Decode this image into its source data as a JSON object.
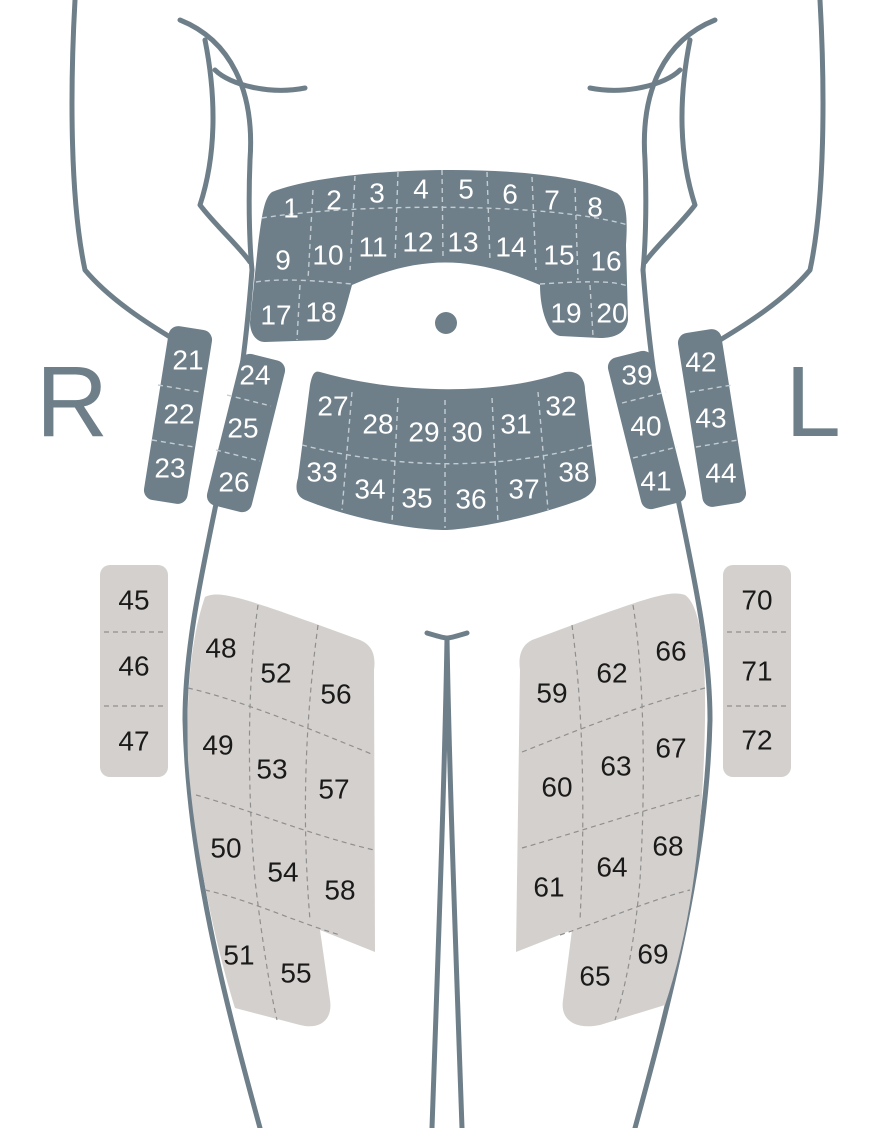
{
  "side_labels": {
    "right": "R",
    "left": "L"
  },
  "colors": {
    "outline": "#6e7f8a",
    "dark_zone": "#6e7f8a",
    "light_zone": "#d4d0cd",
    "dark_text": "#ffffff",
    "light_text": "#1a1a1a"
  },
  "zones": {
    "upper_abdomen": [
      "1",
      "2",
      "3",
      "4",
      "5",
      "6",
      "7",
      "8",
      "9",
      "10",
      "11",
      "12",
      "13",
      "14",
      "15",
      "16",
      "17",
      "18",
      "19",
      "20"
    ],
    "right_flank_outer": [
      "21",
      "22",
      "23"
    ],
    "right_flank_inner": [
      "24",
      "25",
      "26"
    ],
    "lower_abdomen": [
      "27",
      "28",
      "29",
      "30",
      "31",
      "32",
      "33",
      "34",
      "35",
      "36",
      "37",
      "38"
    ],
    "left_flank_inner": [
      "39",
      "40",
      "41"
    ],
    "left_flank_outer": [
      "42",
      "43",
      "44"
    ],
    "right_outer_thigh": [
      "45",
      "46",
      "47"
    ],
    "right_front_thigh": [
      "48",
      "49",
      "50",
      "51",
      "52",
      "53",
      "54",
      "55",
      "56",
      "57",
      "58"
    ],
    "left_front_thigh": [
      "59",
      "60",
      "61",
      "62",
      "63",
      "64",
      "65",
      "66",
      "67",
      "68",
      "69"
    ],
    "left_outer_thigh": [
      "70",
      "71",
      "72"
    ]
  }
}
